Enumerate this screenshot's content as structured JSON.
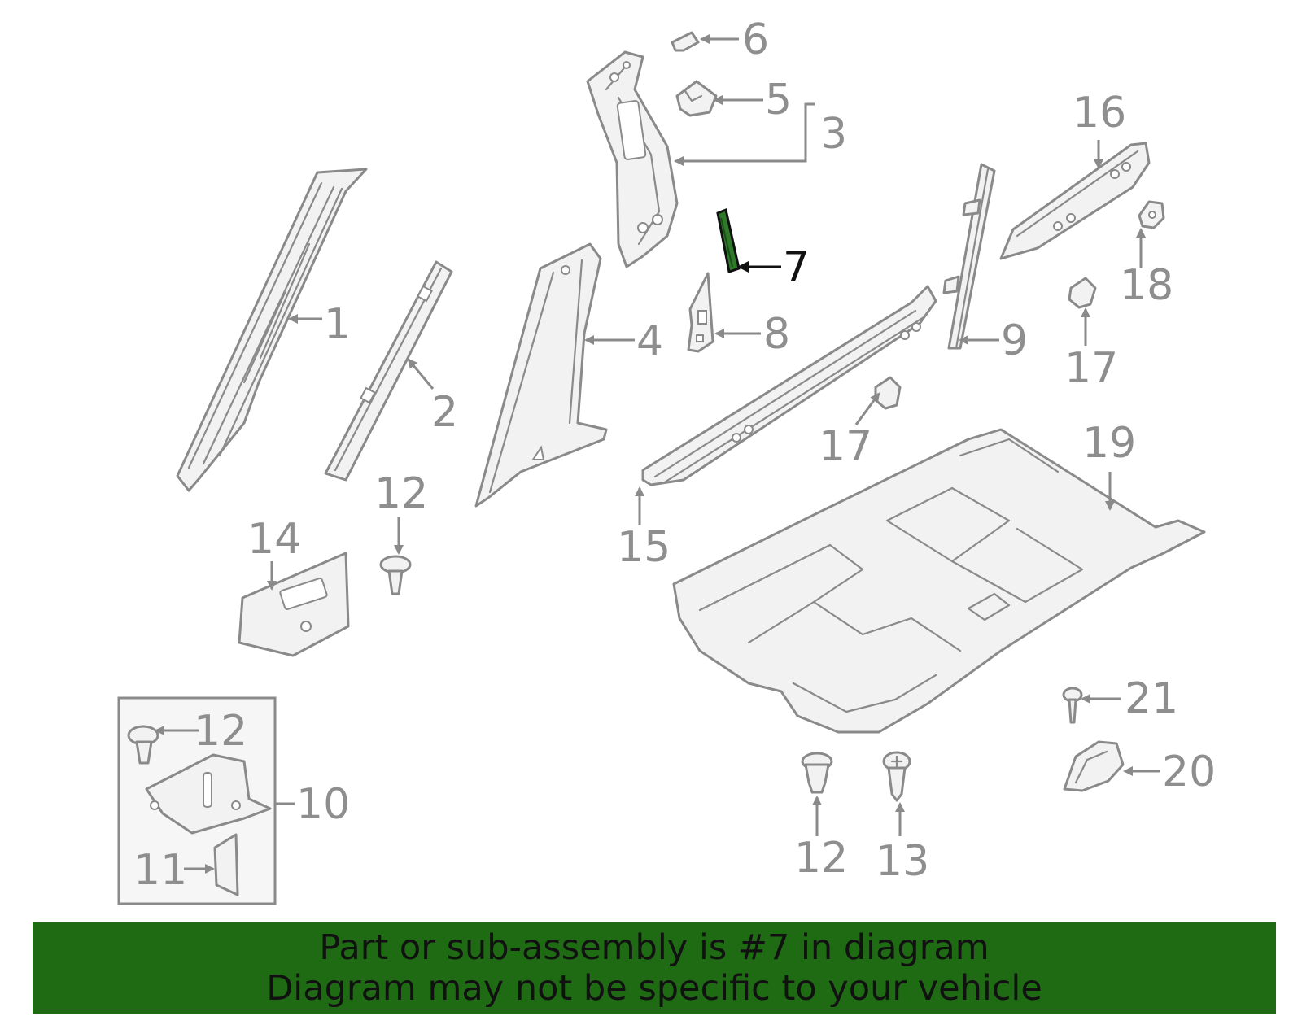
{
  "diagram": {
    "highlighted_part": "7",
    "callouts": {
      "c1": "1",
      "c2": "2",
      "c3": "3",
      "c4": "4",
      "c5": "5",
      "c6": "6",
      "c7": "7",
      "c8": "8",
      "c9": "9",
      "c10": "10",
      "c11": "11",
      "c12a": "12",
      "c12b": "12",
      "c12c": "12",
      "c13": "13",
      "c14": "14",
      "c15": "15",
      "c16": "16",
      "c17a": "17",
      "c17b": "17",
      "c18": "18",
      "c19": "19",
      "c20": "20",
      "c21": "21"
    },
    "colors": {
      "line": "#8a8a8a",
      "highlight": "#2f7a2a",
      "banner": "#1f6b14"
    }
  },
  "banner": {
    "line1": "Part or sub-assembly is #7 in diagram",
    "line2": "Diagram may not be specific to your vehicle"
  }
}
